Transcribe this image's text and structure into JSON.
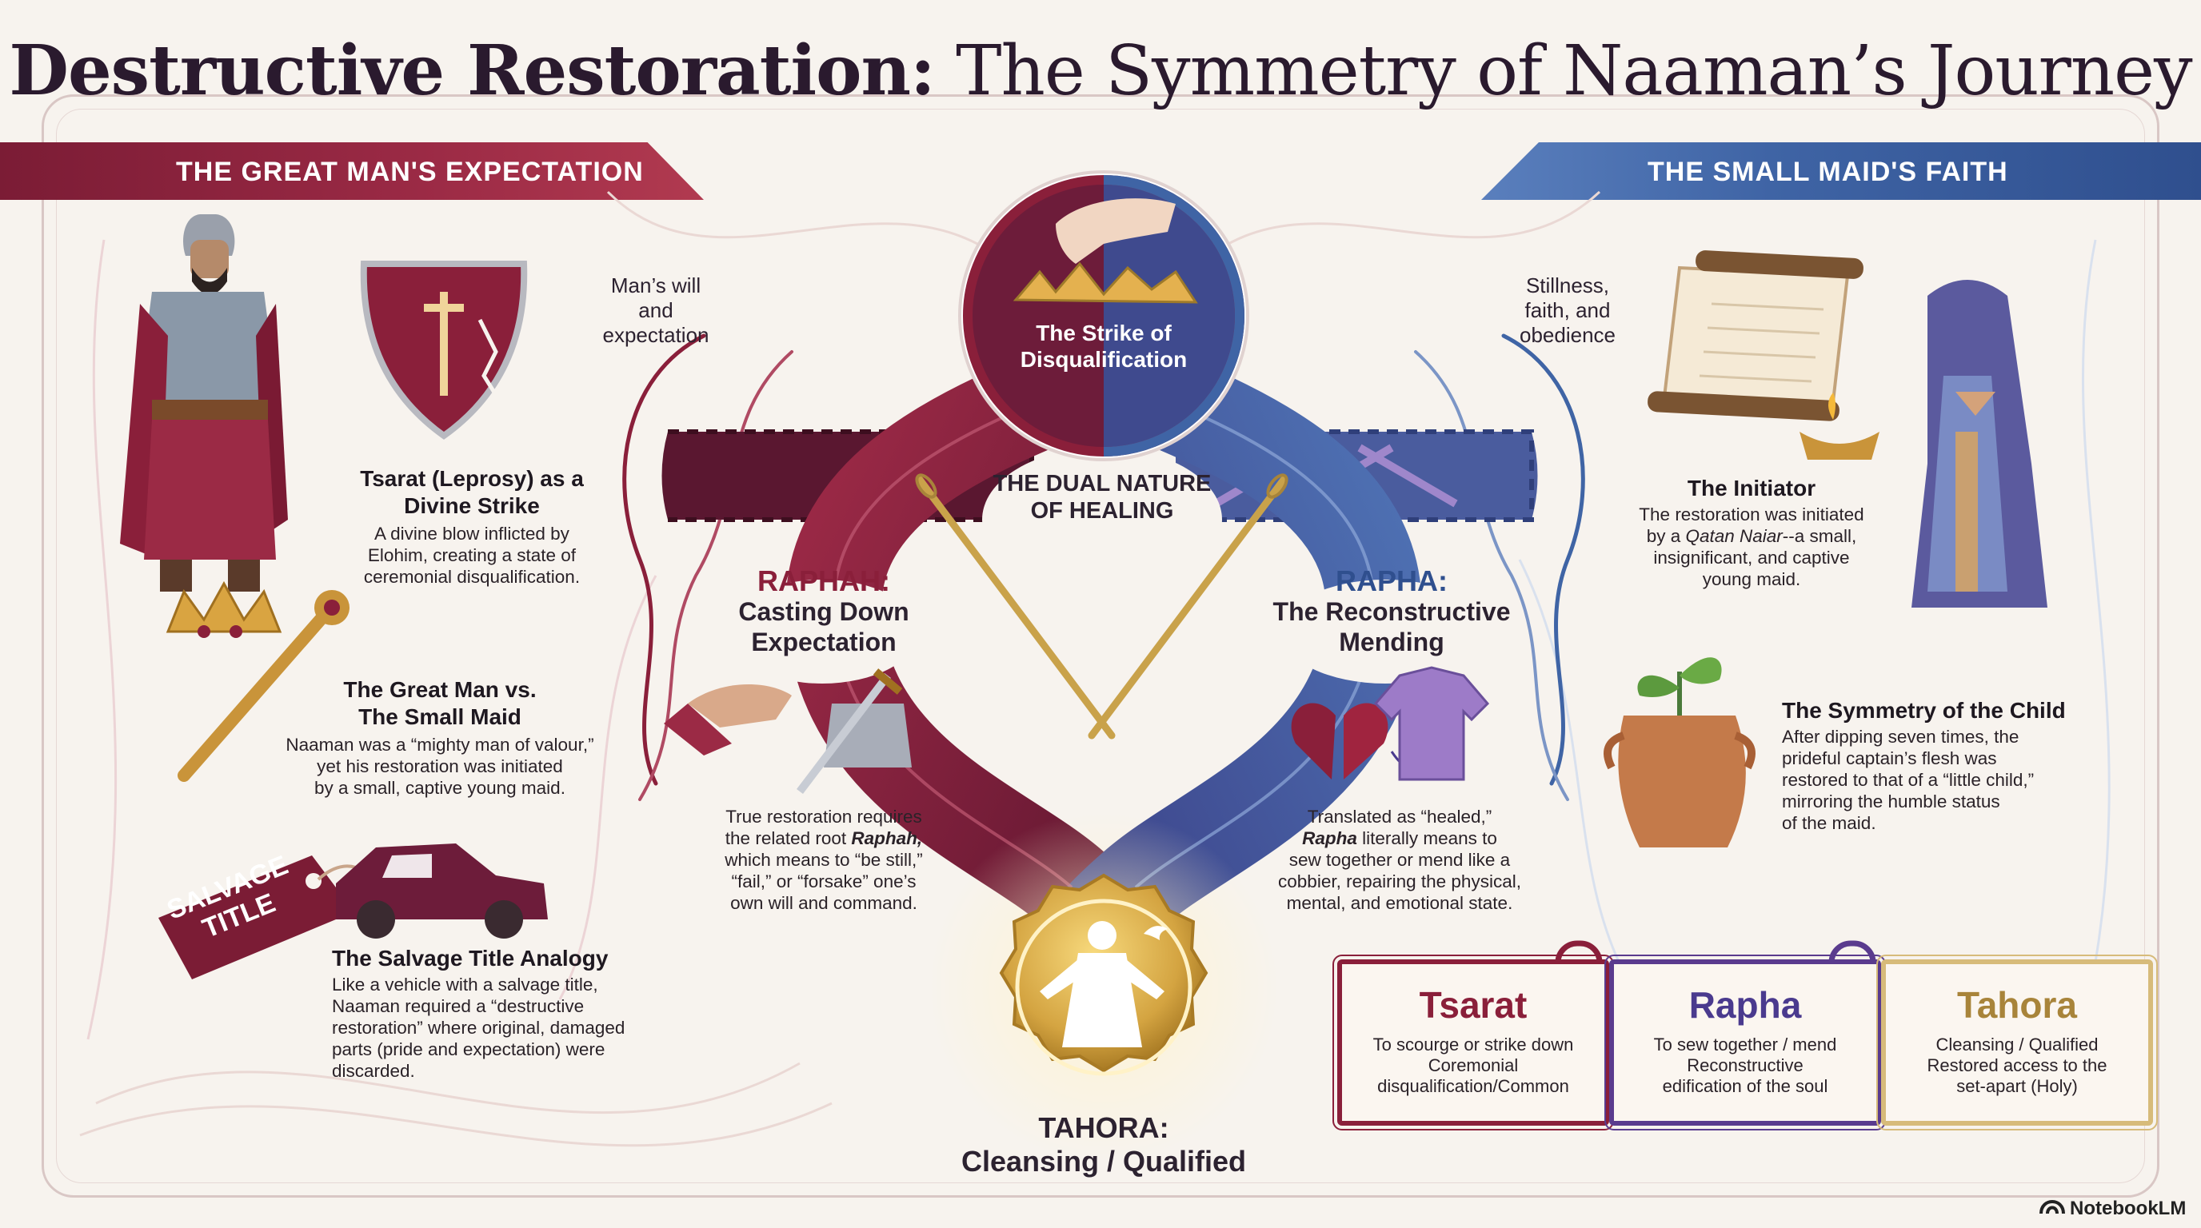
{
  "title": {
    "bold": "Destructive Restoration:",
    "rest": " The Symmetry of Naaman’s Journey"
  },
  "banners": {
    "left": "THE GREAT MAN'S EXPECTATION",
    "right": "THE SMALL MAID'S FAITH"
  },
  "left_column": {
    "tsarat": {
      "head_1": "Tsarat (Leprosy) as a",
      "head_2": "Divine Strike",
      "body_1": "A divine blow inflicted by",
      "body_2": "Elohim, creating a state of",
      "body_3": "ceremonial disqualification."
    },
    "great_man": {
      "head_1": "The Great Man vs.",
      "head_2": "The Small Maid",
      "body_1": "Naaman was a “mighty man of valour,”",
      "body_2": "yet his restoration was initiated",
      "body_3": "by a small, captive young maid."
    },
    "salvage": {
      "tag_1": "SALVAGE",
      "tag_2": "TITLE",
      "head": "The Salvage Title Analogy",
      "body_1": "Like a vehicle with a salvage title,",
      "body_2": "Naaman required a “destructive",
      "body_3": "restoration” where original, damaged",
      "body_4": "parts (pride and expectation) were",
      "body_5": "discarded."
    }
  },
  "center": {
    "mans_will_1": "Man’s will",
    "mans_will_2": "and",
    "mans_will_3": "expectation",
    "stillness_1": "Stillness,",
    "stillness_2": "faith, and",
    "stillness_3": "obedience",
    "strike_1": "The Strike of",
    "strike_2": "Disqualification",
    "dual_1": "THE DUAL NATURE",
    "dual_2": "OF HEALING",
    "raphah": {
      "head_1": "RAPHAH:",
      "head_2": "Casting Down",
      "head_3": "Expectation",
      "body_1": "True restoration requires",
      "body_2": "the related root",
      "body_2_em": "Raphah,",
      "body_3": "which means to “be still,”",
      "body_4": "“fail,” or “forsake” one’s",
      "body_5": "own will and command."
    },
    "rapha": {
      "head_1": "RAPHA:",
      "head_2": "The Reconstructive",
      "head_3": "Mending",
      "body_1": "Translated as “healed,”",
      "body_2_em": "Rapha",
      "body_2": " literally means to",
      "body_3": "sew together or mend like a",
      "body_4": "cobbier, repairing the physical,",
      "body_5": "mental, and emotional state."
    },
    "tahora_1": "TAHORA:",
    "tahora_2": "Cleansing / Qualified"
  },
  "right_column": {
    "initiator": {
      "head": "The Initiator",
      "body_1": "The restoration was initiated",
      "body_2_pre": "by a ",
      "body_2_em": "Qatan Naiar",
      "body_2_post": "--a small,",
      "body_3": "insignificant, and captive",
      "body_4": "young maid."
    },
    "symmetry": {
      "head": "The Symmetry of the Child",
      "body_1": "After dipping seven times, the",
      "body_2": "prideful captain’s flesh was",
      "body_3": "restored to that of a “little child,”",
      "body_4": "mirroring the humble status",
      "body_5": "of the maid."
    }
  },
  "cards": [
    {
      "title": "Tsarat",
      "l1": "To scourge or strike down",
      "l2": "Coremonial",
      "l3": "disqualification/Common",
      "color": "#8a1f3a"
    },
    {
      "title": "Rapha",
      "l1": "To sew together / mend",
      "l2": "Reconstructive",
      "l3": "edification of the soul",
      "color": "#4a3a8e"
    },
    {
      "title": "Tahora",
      "l1": "Cleansing / Qualified",
      "l2": "Restored access to the",
      "l3": "set-apart (Holy)",
      "color": "#a8843a"
    }
  ],
  "brand": "NotebookLM",
  "colors": {
    "crimson": "#8a1f3a",
    "navy": "#3f64a5",
    "purple": "#5a3b8e",
    "gold": "#c9a24a"
  }
}
